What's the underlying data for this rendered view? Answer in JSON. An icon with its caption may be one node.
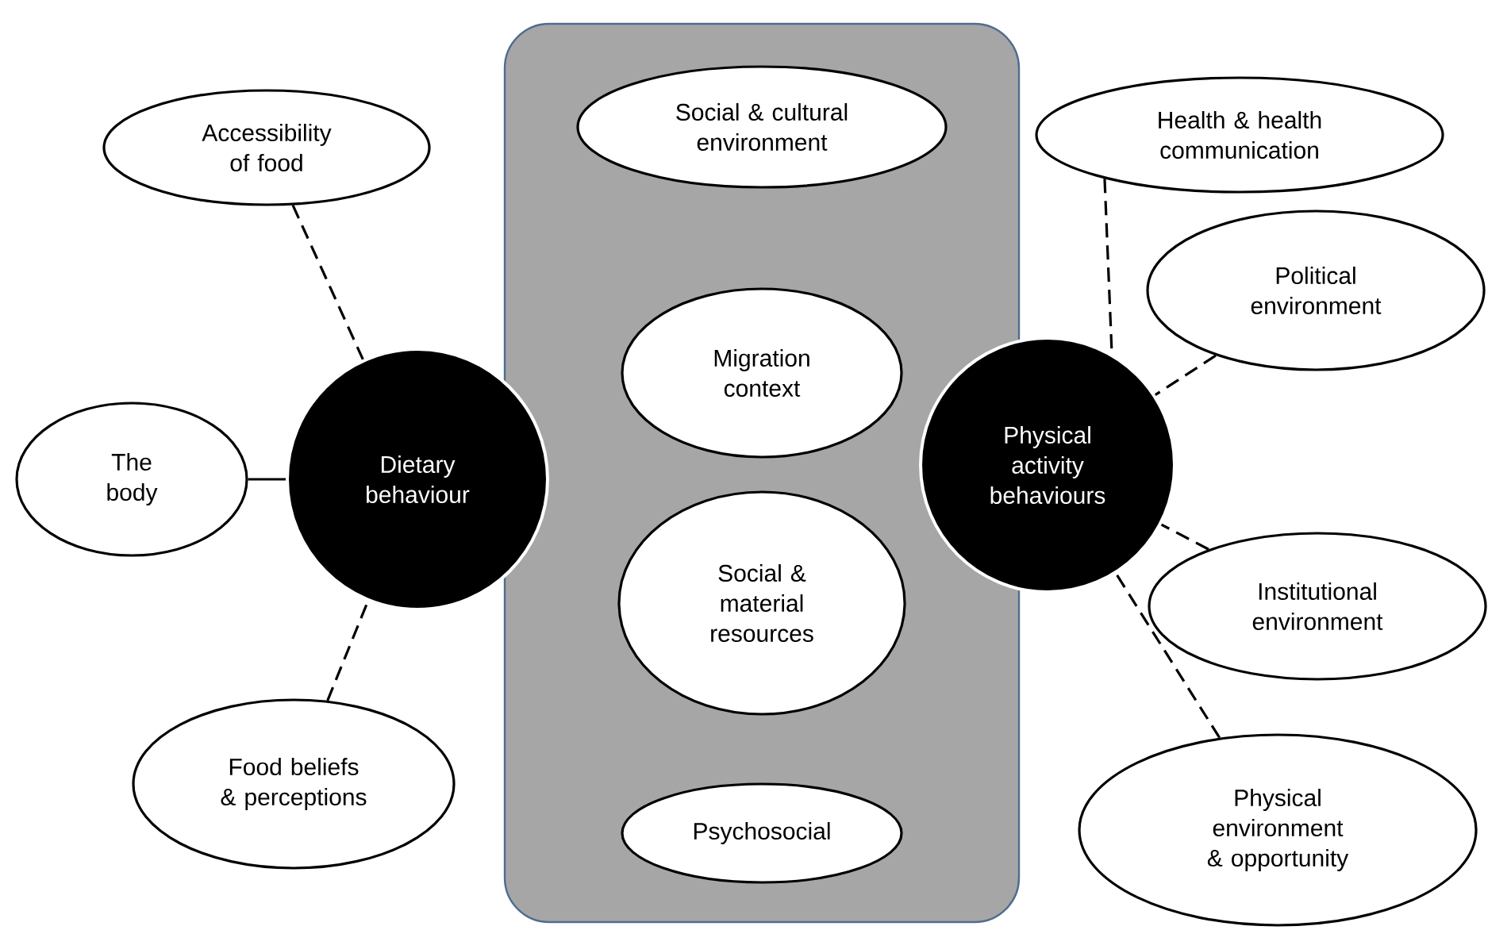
{
  "diagram": {
    "nodes": [
      {
        "text": [],
        "shape": "box"
      },
      {
        "text": [
          "Accessibility of food"
        ]
      },
      {
        "text": [
          "Social & cultural environment"
        ],
        "in": 0
      },
      {
        "text": [
          "Health & health communication"
        ]
      },
      {
        "text": [
          "Political environment"
        ]
      },
      {
        "text": [
          "Migration context"
        ],
        "in": 0
      },
      {
        "text": [
          "The body"
        ]
      },
      {
        "text": [
          "Dietary behaviour"
        ]
      },
      {
        "text": [
          "Physical activity behaviours"
        ]
      },
      {
        "text": [
          "Social & material resources"
        ],
        "in": 0
      },
      {
        "text": [
          "Institutional environment"
        ]
      },
      {
        "text": [
          "Food beliefs & perceptions"
        ]
      },
      {
        "text": [
          "Psychosocial"
        ],
        "in": 0
      },
      {
        "text": [
          "Physical environment & opportunity"
        ]
      }
    ],
    "edges": [
      {
        "from": 1,
        "to": 7,
        "arrow": "none",
        "style": "dashed"
      },
      {
        "from": 6,
        "to": 7,
        "arrow": "none"
      },
      {
        "from": 11,
        "to": 7,
        "arrow": "none",
        "style": "dashed"
      },
      {
        "from": 3,
        "to": 8,
        "arrow": "none",
        "style": "dashed"
      },
      {
        "from": 4,
        "to": 8,
        "arrow": "none",
        "style": "dashed"
      },
      {
        "from": 10,
        "to": 8,
        "arrow": "none",
        "style": "dashed"
      },
      {
        "from": 13,
        "to": 8,
        "arrow": "none",
        "style": "dashed"
      }
    ]
  }
}
